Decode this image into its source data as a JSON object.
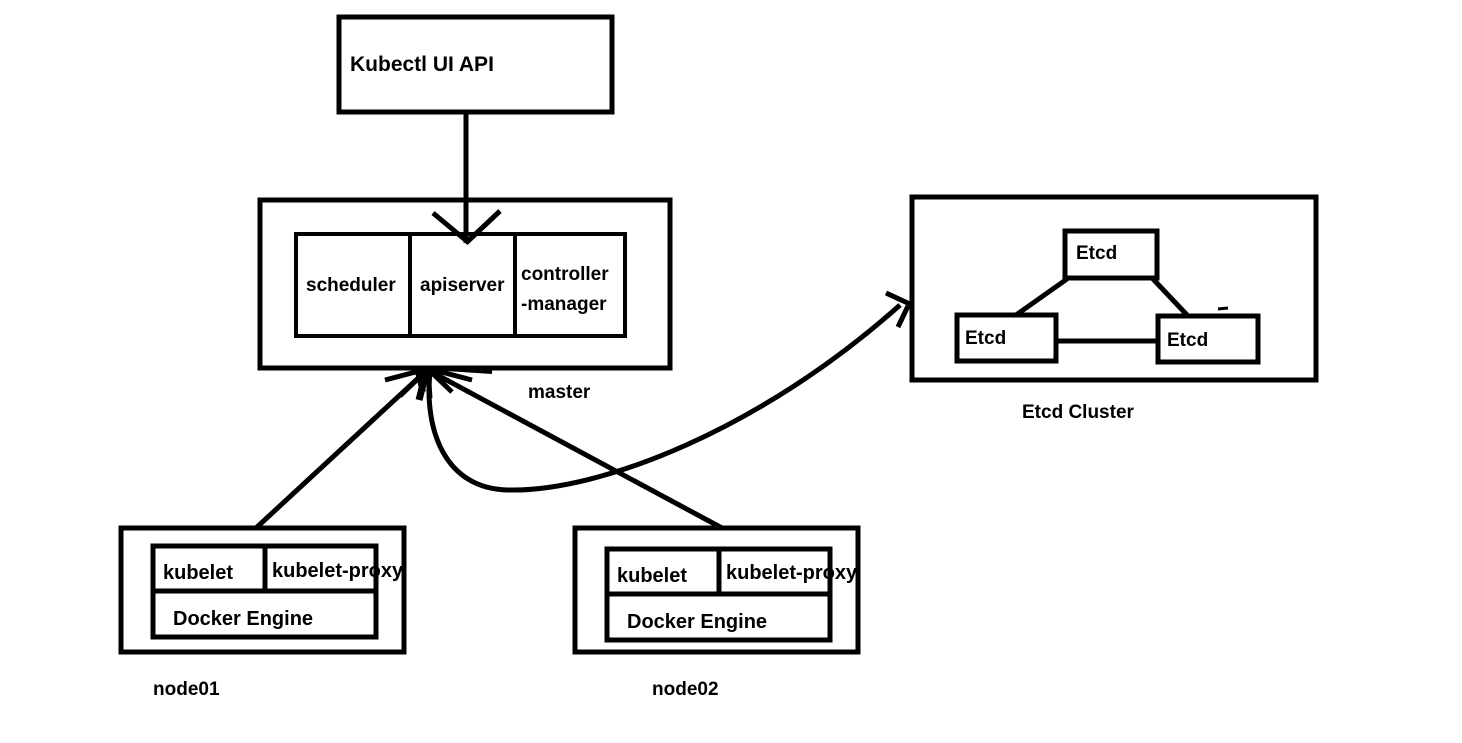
{
  "diagram": {
    "title": "Kubernetes cluster architecture diagram",
    "stroke_color": "#000000",
    "background_color": "#ffffff",
    "client_box": {
      "label": "Kubectl  UI  API"
    },
    "master": {
      "caption": "master",
      "components": [
        {
          "label": "scheduler"
        },
        {
          "label": "apiserver"
        },
        {
          "label": "controller\n-manager"
        },
        {
          "label_line1": "controller",
          "label_line2": "-manager"
        }
      ]
    },
    "etcd_cluster": {
      "caption": "Etcd  Cluster",
      "nodes": [
        {
          "label": "Etcd"
        },
        {
          "label": "Etcd"
        },
        {
          "label": "Etcd"
        }
      ]
    },
    "nodes": [
      {
        "caption": "node01",
        "kubelet": "kubelet",
        "proxy": "kubelet-proxy",
        "runtime": "Docker Engine"
      },
      {
        "caption": "node02",
        "kubelet": "kubelet",
        "proxy": "kubelet-proxy",
        "runtime": "Docker Engine"
      }
    ],
    "connections": [
      {
        "from": "client",
        "to": "apiserver",
        "kind": "arrow-down"
      },
      {
        "from": "node01",
        "to": "master",
        "kind": "arrow-up"
      },
      {
        "from": "node02",
        "to": "master",
        "kind": "arrow-up"
      },
      {
        "from": "master",
        "to": "etcd_cluster",
        "kind": "arrow-right-curved"
      }
    ]
  }
}
